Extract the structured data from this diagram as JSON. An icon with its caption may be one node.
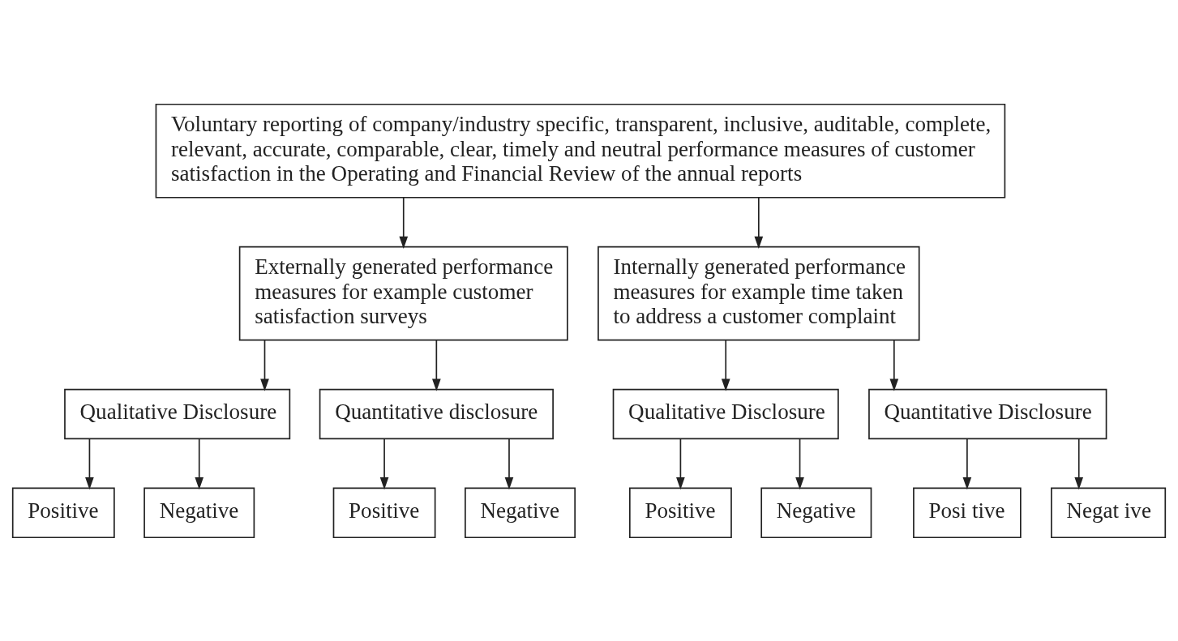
{
  "diagram": {
    "nodes": [
      {
        "text": [
          "Voluntary reporting of company/industry specific, transparent, inclusive, auditable, complete, relevant, accurate, comparable, clear, timely and neutral performance measures of customer satisfaction in the Operating and Financial Review of the annual reports"
        ]
      },
      {
        "text": [
          "Externally generated performance measures for example customer satisfaction surveys"
        ]
      },
      {
        "text": [
          "Internally generated performance measures for example time taken to address a customer complaint"
        ]
      },
      {
        "text": [
          "Qualitative Disclosure"
        ]
      },
      {
        "text": [
          "Quantitative disclosure"
        ]
      },
      {
        "text": [
          "Qualitative Disclosure"
        ]
      },
      {
        "text": [
          "Quantitative Disclosure"
        ]
      },
      {
        "text": [
          "Positive"
        ]
      },
      {
        "text": [
          "Negative"
        ]
      },
      {
        "text": [
          "Positive"
        ]
      },
      {
        "text": [
          "Negative"
        ]
      },
      {
        "text": [
          "Positive"
        ]
      },
      {
        "text": [
          "Negative"
        ]
      },
      {
        "text": [
          "Posi tive"
        ]
      },
      {
        "text": [
          "Negat ive"
        ]
      }
    ],
    "edges": [
      {
        "from": 0,
        "to": 1,
        "arrow": "to"
      },
      {
        "from": 0,
        "to": 2,
        "arrow": "to"
      },
      {
        "from": 1,
        "to": 3,
        "arrow": "to"
      },
      {
        "from": 1,
        "to": 4,
        "arrow": "to"
      },
      {
        "from": 2,
        "to": 5,
        "arrow": "to"
      },
      {
        "from": 2,
        "to": 6,
        "arrow": "to"
      },
      {
        "from": 3,
        "to": 7,
        "arrow": "to"
      },
      {
        "from": 3,
        "to": 8,
        "arrow": "to"
      },
      {
        "from": 4,
        "to": 9,
        "arrow": "to"
      },
      {
        "from": 4,
        "to": 10,
        "arrow": "to"
      },
      {
        "from": 5,
        "to": 11,
        "arrow": "to"
      },
      {
        "from": 5,
        "to": 12,
        "arrow": "to"
      },
      {
        "from": 6,
        "to": 13,
        "arrow": "to"
      },
      {
        "from": 6,
        "to": 14,
        "arrow": "to"
      }
    ]
  }
}
